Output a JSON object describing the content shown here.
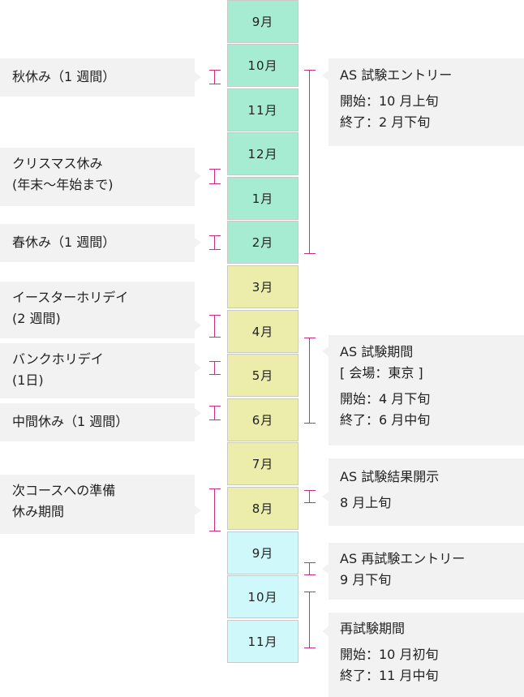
{
  "months": [
    {
      "label": "9月"
    },
    {
      "label": "10月"
    },
    {
      "label": "11月"
    },
    {
      "label": "12月"
    },
    {
      "label": "1月"
    },
    {
      "label": "2月"
    },
    {
      "label": "3月"
    },
    {
      "label": "4月"
    },
    {
      "label": "5月"
    },
    {
      "label": "6月"
    },
    {
      "label": "7月"
    },
    {
      "label": "8月"
    },
    {
      "label": "9月"
    },
    {
      "label": "10月"
    },
    {
      "label": "11月"
    }
  ],
  "colors": {
    "autumn_winter_band": "#a6ecd2",
    "spring_summer_band": "#ecedaa",
    "next_year_band": "#cff8fb",
    "bracket": "#cc2f7f",
    "label_box": "#f2f2f2"
  },
  "left_notes": [
    {
      "lines": [
        "秋休み（1 週間）"
      ]
    },
    {
      "lines": [
        "クリスマス休み",
        "(年末〜年始まで)"
      ]
    },
    {
      "lines": [
        "春休み（1 週間）"
      ]
    },
    {
      "lines": [
        "イースターホリデイ",
        "(2 週間)"
      ]
    },
    {
      "lines": [
        "バンクホリデイ",
        "(1日)"
      ]
    },
    {
      "lines": [
        "中間休み（1 週間）"
      ]
    },
    {
      "lines": [
        "次コースへの準備",
        "休み期間"
      ]
    }
  ],
  "right_notes": [
    {
      "title": "AS 試験エントリー",
      "lines": [
        "開始：10 月上旬",
        "終了：2 月下旬"
      ]
    },
    {
      "title": "AS 試験期間",
      "subtitle": "[ 会場：東京 ]",
      "lines": [
        "開始：4 月下旬",
        "終了：6 月中旬"
      ]
    },
    {
      "title": "AS 試験結果開示",
      "lines": [
        "8 月上旬"
      ]
    },
    {
      "title": "AS 再試験エントリー",
      "lines": [
        "9 月下旬"
      ]
    },
    {
      "title": "再試験期間",
      "lines": [
        "開始：10 月初旬",
        "終了：11 月中旬"
      ]
    }
  ]
}
